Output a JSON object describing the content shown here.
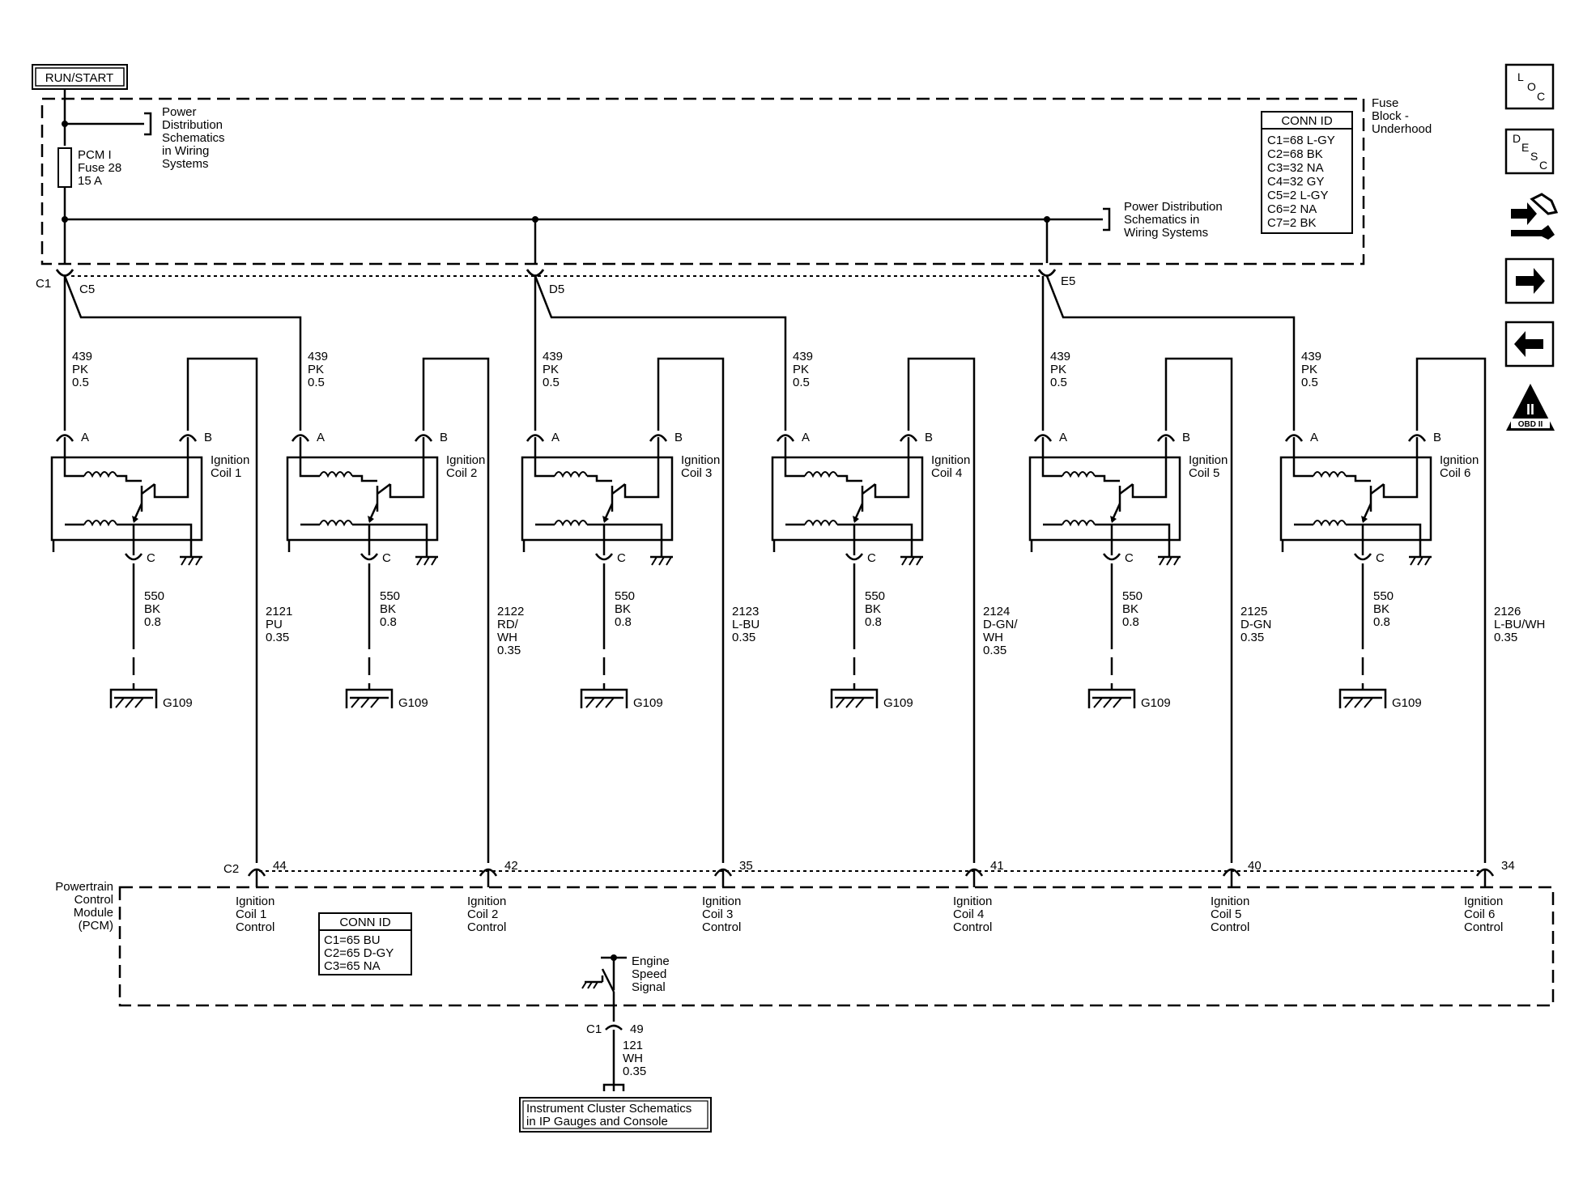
{
  "header": {
    "run_start": "RUN/START"
  },
  "fuse_block": {
    "label": [
      "Fuse",
      "Block -",
      "Underhood"
    ],
    "power_dist_1": [
      "Power",
      "Distribution",
      "Schematics",
      "in Wiring",
      "Systems"
    ],
    "fuse": [
      "PCM I",
      "Fuse 28",
      "15 A"
    ],
    "power_dist_2": [
      "Power Distribution",
      "Schematics in",
      "Wiring Systems"
    ],
    "conn_id": {
      "title": "CONN ID",
      "rows": [
        "C1=68 L-GY",
        "C2=68 BK",
        "C3=32 NA",
        "C4=32 GY",
        "C5=2 L-GY",
        "C6=2 NA",
        "C7=2 BK"
      ]
    }
  },
  "supply_connectors": {
    "c1": "C1",
    "taps": [
      "C5",
      "D5",
      "E5"
    ]
  },
  "supply_wire": [
    "439",
    "PK",
    "0.5"
  ],
  "coils": [
    {
      "name": [
        "Ignition",
        "Coil 1"
      ],
      "ctrl_wire": [
        "2121",
        "PU",
        "0.35"
      ],
      "pin": "44",
      "pcm_label": [
        "Ignition",
        "Coil 1",
        "Control"
      ]
    },
    {
      "name": [
        "Ignition",
        "Coil 2"
      ],
      "ctrl_wire": [
        "2122",
        "RD/",
        "WH",
        "0.35"
      ],
      "pin": "42",
      "pcm_label": [
        "Ignition",
        "Coil 2",
        "Control"
      ]
    },
    {
      "name": [
        "Ignition",
        "Coil 3"
      ],
      "ctrl_wire": [
        "2123",
        "L-BU",
        "0.35"
      ],
      "pin": "35",
      "pcm_label": [
        "Ignition",
        "Coil 3",
        "Control"
      ]
    },
    {
      "name": [
        "Ignition",
        "Coil 4"
      ],
      "ctrl_wire": [
        "2124",
        "D-GN/",
        "WH",
        "0.35"
      ],
      "pin": "41",
      "pcm_label": [
        "Ignition",
        "Coil 4",
        "Control"
      ]
    },
    {
      "name": [
        "Ignition",
        "Coil 5"
      ],
      "ctrl_wire": [
        "2125",
        "D-GN",
        "0.35"
      ],
      "pin": "40",
      "pcm_label": [
        "Ignition",
        "Coil 5",
        "Control"
      ]
    },
    {
      "name": [
        "Ignition",
        "Coil 6"
      ],
      "ctrl_wire": [
        "2126",
        "L-BU/WH",
        "0.35"
      ],
      "pin": "34",
      "pcm_label": [
        "Ignition",
        "Coil 6",
        "Control"
      ]
    }
  ],
  "coil_pins": {
    "a": "A",
    "b": "B",
    "c": "C"
  },
  "ground_wire": [
    "550",
    "BK",
    "0.8"
  ],
  "ground_label": "G109",
  "pcm": {
    "label": [
      "Powertrain",
      "Control",
      "Module",
      "(PCM)"
    ],
    "c2": "C2",
    "conn_id": {
      "title": "CONN ID",
      "rows": [
        "C1=65 BU",
        "C2=65 D-GY",
        "C3=65 NA"
      ]
    },
    "engine_speed": [
      "Engine",
      "Speed",
      "Signal"
    ],
    "c1": "C1",
    "pin": "49",
    "wire": [
      "121",
      "WH",
      "0.35"
    ],
    "instrument_box": [
      "Instrument Cluster Schematics",
      "in IP Gauges and Console"
    ]
  },
  "nav": {
    "loc": [
      "L",
      "O",
      "C"
    ],
    "desc": [
      "D",
      "E",
      "S",
      "C"
    ],
    "obd": [
      "II",
      "OBD II"
    ]
  }
}
